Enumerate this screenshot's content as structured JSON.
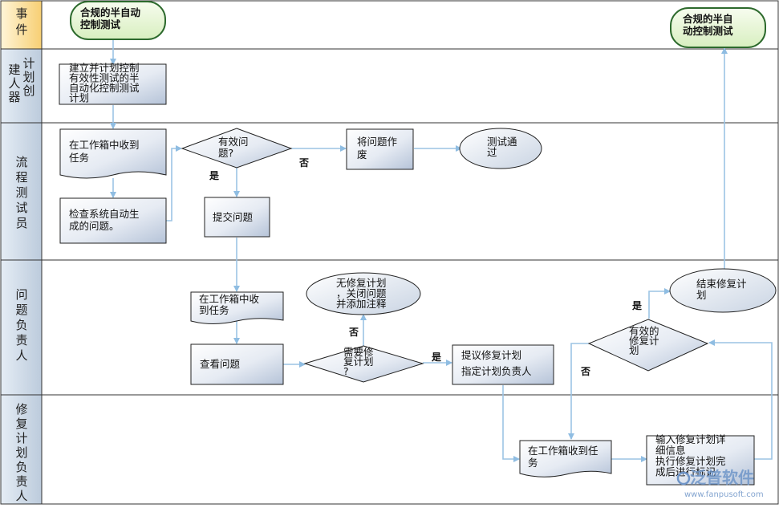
{
  "colors": {
    "lane_header_bg": "#cdd9e6",
    "lane_header_first": "#fde7b3",
    "terminator_fill": "#e8f5d6",
    "terminator_stroke": "#2d6a2d",
    "box_fill": "#dde4ee",
    "connector": "#9cc4e4",
    "watermark": "#6f95c8"
  },
  "lanes": [
    {
      "label": "事件"
    },
    {
      "label": "计划创建人器"
    },
    {
      "label": "流程测试员"
    },
    {
      "label": "问题负责人"
    },
    {
      "label": "修复计划负责人"
    }
  ],
  "nodes": {
    "start": {
      "lines": [
        "合规的半自动",
        "控制测试"
      ]
    },
    "end_top": {
      "lines": [
        "合规的半自",
        "动控制测试"
      ]
    },
    "create_plan": {
      "lines": [
        "建立并计划控制",
        "有效性测试的半",
        "自动化控制测试",
        "计划"
      ]
    },
    "receive_task": {
      "lines": [
        "在工作箱中收到",
        "任务"
      ]
    },
    "effective_issue": {
      "lines": [
        "有效问",
        "题?"
      ]
    },
    "void_issue": {
      "lines": [
        "将问题作",
        "废"
      ]
    },
    "test_passed": {
      "lines": [
        "测试通",
        "过"
      ]
    },
    "check_issue": {
      "lines": [
        "检查系统自动生",
        "成的问题。"
      ]
    },
    "submit_issue": {
      "lines": [
        "提交问题"
      ]
    },
    "no_fix_plan": {
      "lines": [
        "无修复计划",
        "，关闭问题",
        "并添加注释"
      ]
    },
    "receive_task2": {
      "lines": [
        "在工作箱中收",
        "到任务"
      ]
    },
    "view_issue": {
      "lines": [
        "查看问题"
      ]
    },
    "need_fix_plan": {
      "lines": [
        "需要修",
        "复计划",
        "?"
      ]
    },
    "propose_fix": {
      "lines": [
        "提议修复计划",
        "指定计划负责人"
      ]
    },
    "effective_plan": {
      "lines": [
        "有效的",
        "修复计",
        "划"
      ]
    },
    "end_fix": {
      "lines": [
        "结束修复计",
        "划"
      ]
    },
    "receive_task3": {
      "lines": [
        "在工作箱收到任",
        "务"
      ]
    },
    "enter_fix_detail": {
      "lines": [
        "输入修复计划详",
        "细信息",
        "执行修复计划完",
        "成后进行标记"
      ]
    }
  },
  "edge_labels": {
    "no1": "否",
    "yes1": "是",
    "no2": "否",
    "yes2": "是",
    "yes3": "是",
    "no3": "否"
  },
  "watermark": {
    "brand": "泛普软件",
    "url": "www.fanpusoft.com"
  }
}
